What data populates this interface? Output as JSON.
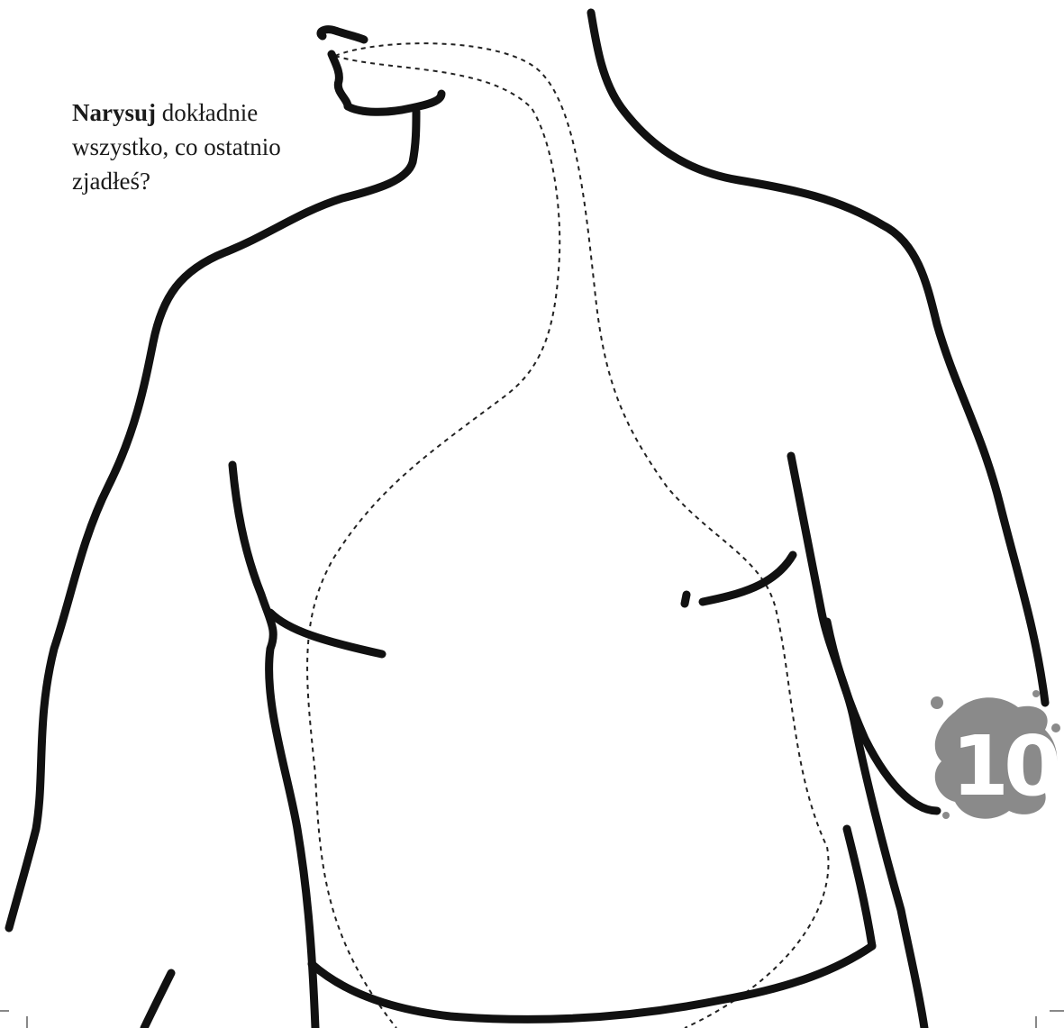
{
  "instruction": {
    "verb": "Narysuj",
    "rest": " dokładnie wszystko, co ostatnio zjadłeś?"
  },
  "page_number": "10",
  "colors": {
    "ink": "#111111",
    "splat": "#8a8a8a",
    "dotted_path": "#222222"
  },
  "icons": {
    "illustration": "torso-outline-illustration",
    "digestive_path": "digestive-tract-dotted-outline",
    "page_badge": "ink-splat-page-number"
  }
}
